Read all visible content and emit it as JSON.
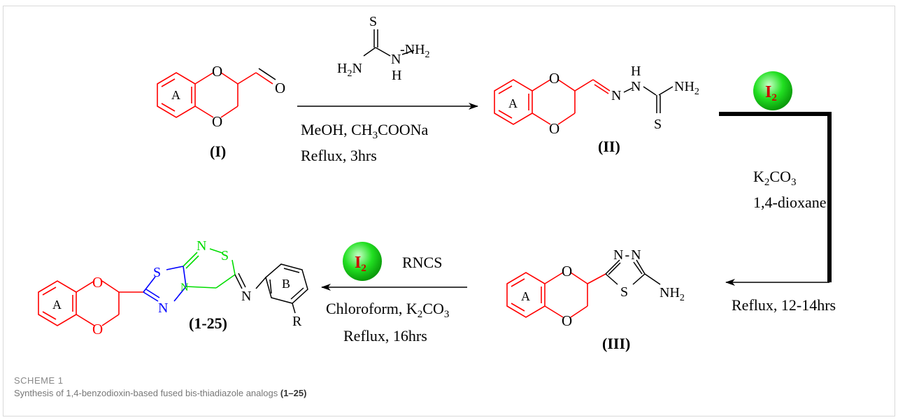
{
  "colors": {
    "red": "#ff0000",
    "blue": "#0000ff",
    "green": "#00dd00",
    "black": "#000000"
  },
  "compounds": {
    "I": {
      "label": "(I)",
      "ring": "A",
      "o1": "O",
      "o2": "O",
      "aldehyde_o": "O"
    },
    "II": {
      "label": "(II)",
      "ring": "A",
      "o1": "O",
      "o2": "O",
      "n": "N",
      "h": "H",
      "n2": "N",
      "nh2": "NH",
      "nh2_sub": "2",
      "s": "S"
    },
    "III": {
      "label": "(III)",
      "ring": "A",
      "o1": "O",
      "o2": "O",
      "n1": "N",
      "dash": "-",
      "n2": "N",
      "s": "S",
      "nh2": "NH",
      "nh2_sub": "2"
    },
    "P": {
      "label": "(1-25)",
      "ring_a": "A",
      "ring_b": "B",
      "o1": "O",
      "o2": "O",
      "s1": "S",
      "n1": "N",
      "n2": "N",
      "s2": "S",
      "n3": "N",
      "n4": "N",
      "r": "R"
    }
  },
  "reagents": {
    "thiosemicarbazide": {
      "s": "S",
      "h2n_a": "H",
      "h2n_sub": "2",
      "h2n_b": "N",
      "n": "N",
      "h": "H",
      "nh2": "-NH",
      "nh2_sub": "2"
    },
    "step1_line1_a": "MeOH, CH",
    "step1_line1_sub": "3",
    "step1_line1_b": "COONa",
    "step1_line2": "Reflux, 3hrs",
    "iodine": "I",
    "iodine_sub": "2",
    "step2_k_a": "K",
    "step2_k_sub1": "2",
    "step2_k_b": "CO",
    "step2_k_sub2": "3",
    "step2_solvent": "1,4-dioxane",
    "step2_time": "Reflux, 12-14hrs",
    "step3_rncs": "RNCS",
    "step3_line1_a": "Chloroform, K",
    "step3_line1_sub1": "2",
    "step3_line1_b": "CO",
    "step3_line1_sub2": "3",
    "step3_line2": "Reflux, 16hrs"
  },
  "caption": {
    "title": "SCHEME 1",
    "text_a": "Synthesis of 1,4-benzodioxin-based fused bis-thiadiazole analogs ",
    "text_b": "(1–25)"
  }
}
